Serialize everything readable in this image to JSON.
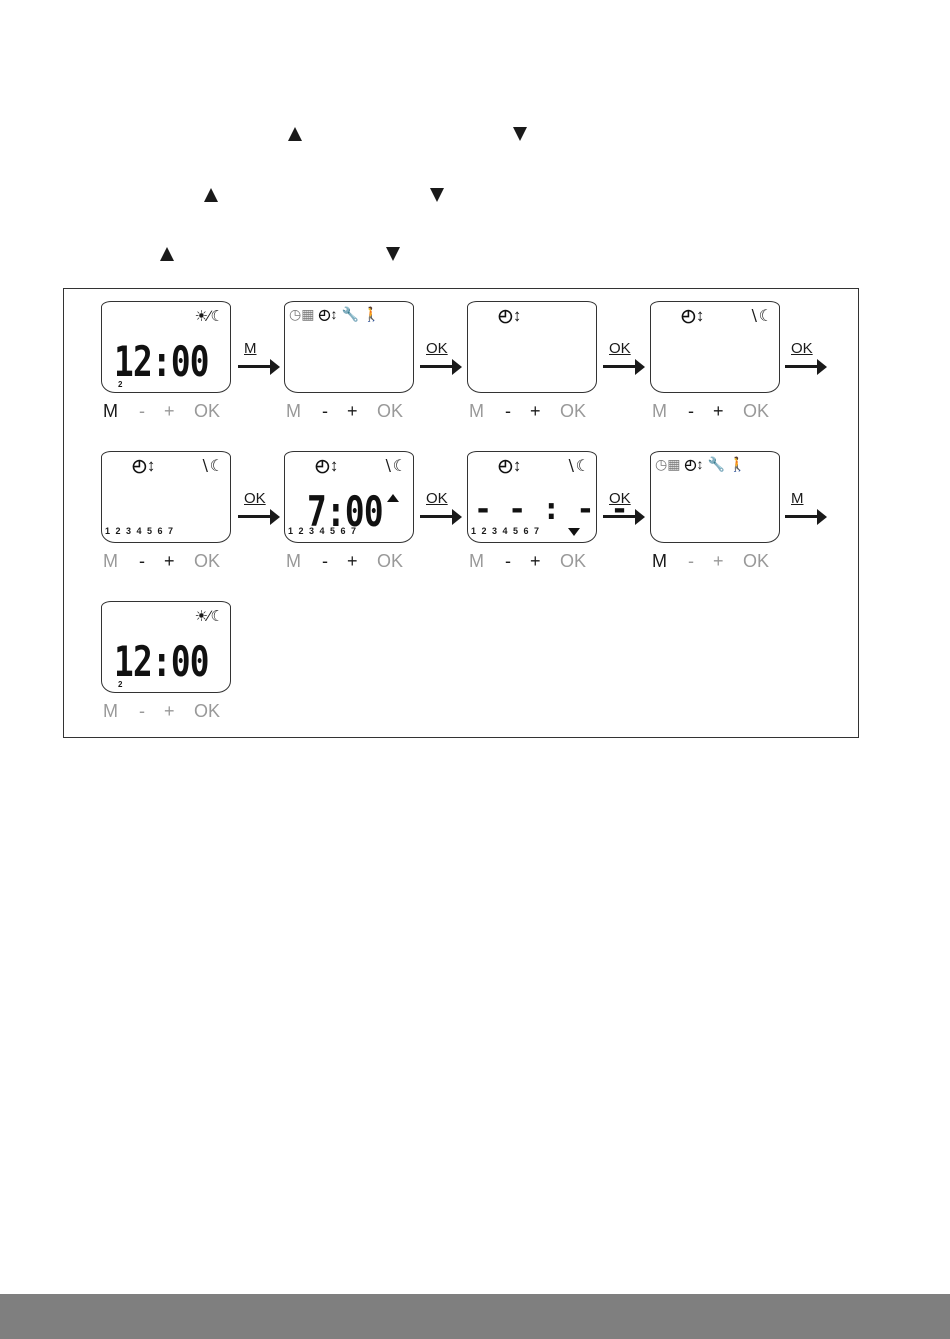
{
  "buttons": {
    "m": "M",
    "minus": "-",
    "plus": "+",
    "ok": "OK"
  },
  "arrow_labels": [
    "M",
    "OK",
    "OK",
    "OK",
    "OK",
    "OK",
    "OK",
    "M"
  ],
  "screens": [
    {
      "time": "12:00",
      "day_index": "2"
    },
    {},
    {},
    {},
    {
      "days": "1 2 3 4 5 6 7"
    },
    {
      "time": "7:00",
      "days": "1 2 3 4 5 6 7"
    },
    {
      "time": "- - : - -",
      "days": "1 2 3 4 5 6 7"
    },
    {},
    {
      "time": "12:00",
      "day_index": "2"
    }
  ],
  "icons": {
    "up_triangle": "up-triangle-icon",
    "down_triangle": "down-triangle-icon",
    "clock": "clock-arrows-icon",
    "moon": "moon-icon",
    "sun_moon": "sun-moon-icon",
    "calendar": "calendar-clock-icon",
    "wrench": "wrench-icon",
    "person": "person-icon"
  },
  "colors": {
    "footer": "#7f7f7f",
    "inactive_button": "#999999",
    "active_button": "#1a1a1a"
  }
}
